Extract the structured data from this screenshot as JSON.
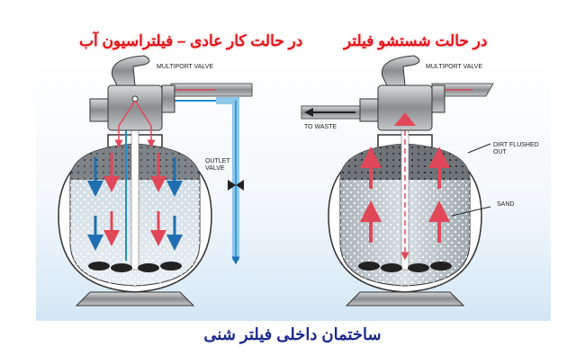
{
  "titles": {
    "left": "در حالت کار عادی – فیلتراسیون آب",
    "right": "در حالت شستشو فیلتر"
  },
  "labels": {
    "multiport_left": "MULTIPORT VALVE",
    "multiport_right": "MULTIPORT VALVE",
    "outlet_valve": "OUTLET VALVE",
    "to_waste": "TO WASTE",
    "dirt": "DIRT FLUSHED OUT",
    "sand": "SAND"
  },
  "caption": "ساختمان داخلی فیلتر شنی",
  "colors": {
    "flow_in": "#e0485a",
    "flow_out": "#1f8fd0",
    "title": "#e0151c",
    "caption": "#1c2a8c"
  }
}
